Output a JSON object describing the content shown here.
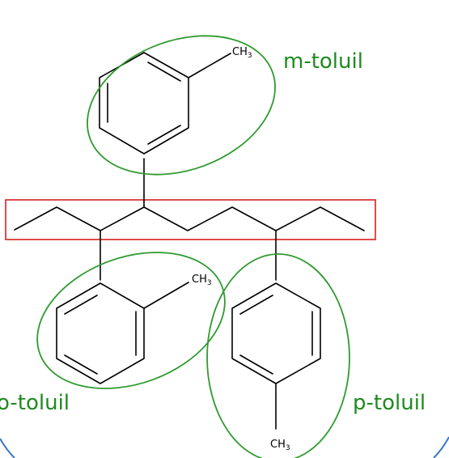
{
  "labels": {
    "meta": "m-toluil",
    "ortho": "o-toluil",
    "para": "p-toluil"
  },
  "methyl": {
    "prefix": "CH",
    "subscript": "3"
  },
  "colors": {
    "highlight_group": "#2f9a2f",
    "main_chain_box": "#d62020",
    "bonds": "#000000",
    "label_text": "#1f8a1f"
  }
}
